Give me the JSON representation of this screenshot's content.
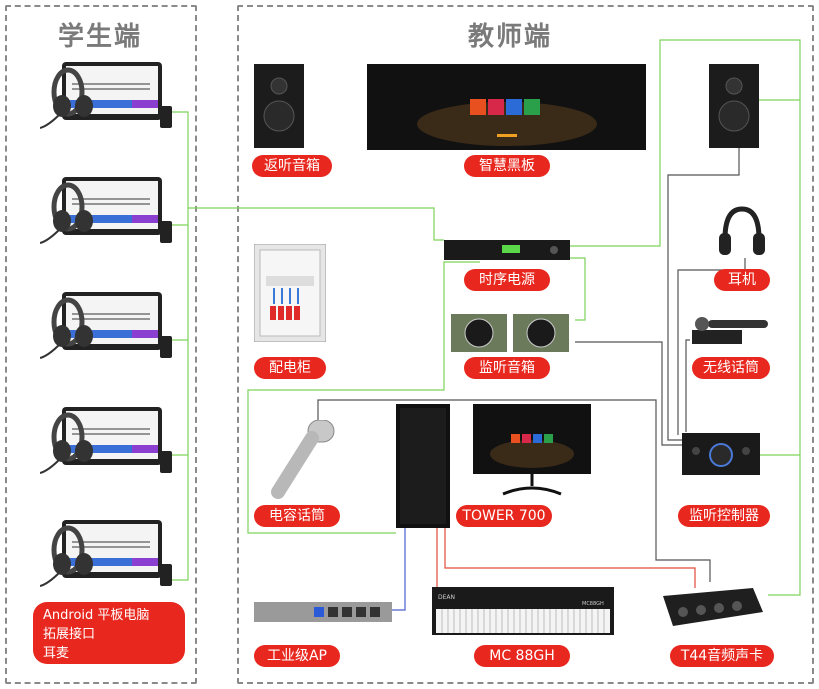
{
  "student": {
    "title": "学生端",
    "note_lines": [
      "Android 平板电脑",
      "拓展接口",
      "耳麦"
    ]
  },
  "teacher": {
    "title": "教师端",
    "labels": {
      "return_speaker": "返听音箱",
      "smart_board": "智慧黑板",
      "power_sequencer": "时序电源",
      "distribution_cabinet": "配电柜",
      "monitor_speakers": "监听音箱",
      "headphones": "耳机",
      "wireless_mic": "无线话筒",
      "condenser_mic": "电容话筒",
      "tower": "TOWER 700",
      "monitor_controller": "监听控制器",
      "ap": "工业级AP",
      "keyboard": "MC 88GH",
      "sound_card": "T44音频声卡"
    },
    "keyboard_brand": "DEAN",
    "keyboard_model": "MC88GH"
  },
  "colors": {
    "accent": "#e8281f",
    "wire_green": "#7dd35a",
    "wire_gray": "#555555",
    "wire_blue": "#4a5fd0",
    "wire_red": "#e04a3a"
  }
}
